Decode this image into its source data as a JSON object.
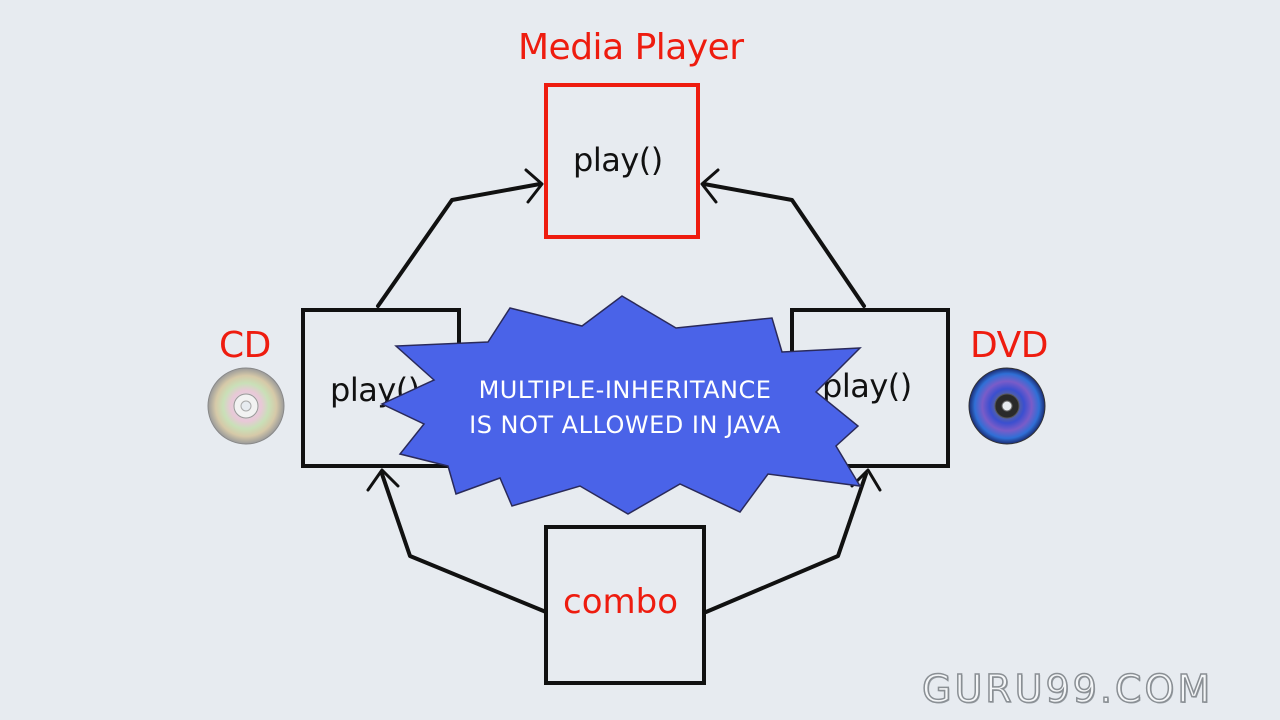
{
  "diagram": {
    "media_player": {
      "title": "Media Player",
      "method": "play()"
    },
    "cd": {
      "title": "CD",
      "method": "play()"
    },
    "dvd": {
      "title": "DVD",
      "method": "play()"
    },
    "combo": {
      "title": "combo"
    },
    "warning": {
      "line1": "MULTIPLE-INHERITANCE",
      "line2": "IS NOT ALLOWED IN JAVA"
    }
  },
  "watermark": "GURU99.COM",
  "colors": {
    "background": "#e7ebf0",
    "accent_red": "#ee1c0f",
    "burst_blue": "#4a63e8",
    "box_stroke": "#111111"
  },
  "icons": [
    "cd-disc-icon",
    "dvd-disc-icon"
  ]
}
